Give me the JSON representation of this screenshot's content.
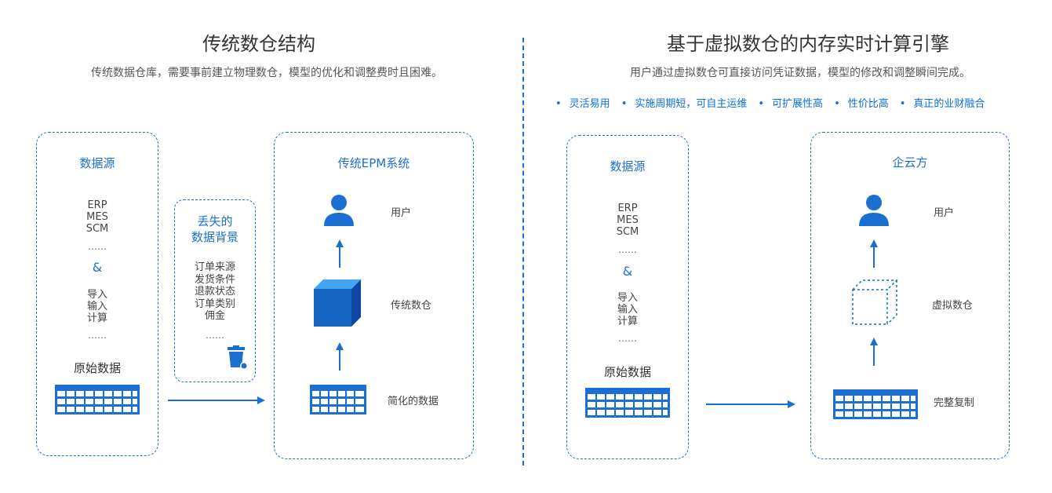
{
  "left": {
    "title": "传统数仓结构",
    "subtitle": "传统数据仓库，需要事前建立物理数仓，模型的优化和调整费时且困难。",
    "source_box": {
      "title": "数据源",
      "systems": [
        "ERP",
        "MES",
        "SCM"
      ],
      "ellipsis1": "……",
      "amp": "&",
      "ops": [
        "导入",
        "输入",
        "计算"
      ],
      "ellipsis2": "……",
      "raw_label": "原始数据"
    },
    "lost_box": {
      "title_line1": "丢失的",
      "title_line2": "数据背景",
      "items": [
        "订单来源",
        "发货条件",
        "退款状态",
        "订单类别",
        "佣金"
      ],
      "ellipsis": "……"
    },
    "epm_box": {
      "title": "传统EPM系统",
      "user_label": "用户",
      "warehouse_label": "传统数仓",
      "data_label": "简化的数据"
    }
  },
  "right": {
    "title": "基于虚拟数仓的内存实时计算引擎",
    "subtitle": "用户通过虚拟数仓可直接访问凭证数据，模型的修改和调整瞬间完成。",
    "features": [
      "灵活易用",
      "实施周期短，可自主运维",
      "可扩展性高",
      "性价比高",
      "真正的业财融合"
    ],
    "bullet": "•",
    "source_box": {
      "title": "数据源",
      "systems": [
        "ERP",
        "MES",
        "SCM"
      ],
      "ellipsis1": "……",
      "amp": "&",
      "ops": [
        "导入",
        "输入",
        "计算"
      ],
      "ellipsis2": "……",
      "raw_label": "原始数据"
    },
    "cloud_box": {
      "title": "企云方",
      "user_label": "用户",
      "warehouse_label": "虚拟数仓",
      "data_label": "完整复制"
    }
  },
  "colors": {
    "accent": "#1a6fd0",
    "feature_text": "#0a6fd6",
    "cube_front": "#1565c0",
    "cube_top": "#42a5f5",
    "cube_side": "#0d47a1"
  },
  "icons": [
    "user-icon",
    "cube-icon",
    "dashed-cube-icon",
    "grid-table-icon",
    "trash-bin-icon",
    "arrow-up-icon",
    "arrow-right-icon"
  ]
}
